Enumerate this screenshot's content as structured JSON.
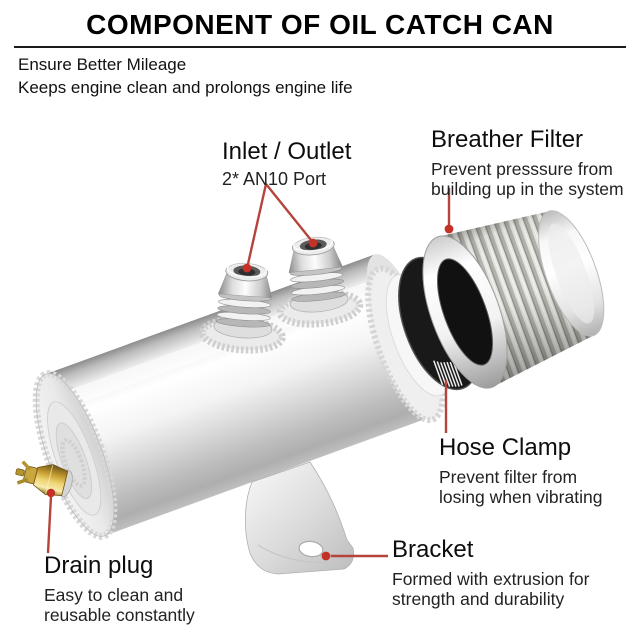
{
  "header": {
    "title": "COMPONENT OF OIL CATCH CAN",
    "tagline1": "Ensure Better Mileage",
    "tagline2": "Keeps engine clean and prolongs engine life"
  },
  "callouts": {
    "inlet": {
      "label": "Inlet / Outlet",
      "desc": "2* AN10 Port"
    },
    "breather": {
      "label": "Breather Filter",
      "desc": "Prevent presssure from\nbuilding up in the system"
    },
    "hose_clamp": {
      "label": "Hose Clamp",
      "desc": "Prevent filter from\nlosing when vibrating"
    },
    "drain": {
      "label": "Drain plug",
      "desc": "Easy to clean and\nreusable constantly"
    },
    "bracket": {
      "label": "Bracket",
      "desc": "Formed with extrusion for\nstrength and durability"
    }
  },
  "colors": {
    "background": "#ffffff",
    "text": "#1a1a1a",
    "annotation_line": "#b5443c",
    "annotation_dot": "#c43227",
    "brass": "#caa73c",
    "metal_highlight": "#ffffff"
  }
}
